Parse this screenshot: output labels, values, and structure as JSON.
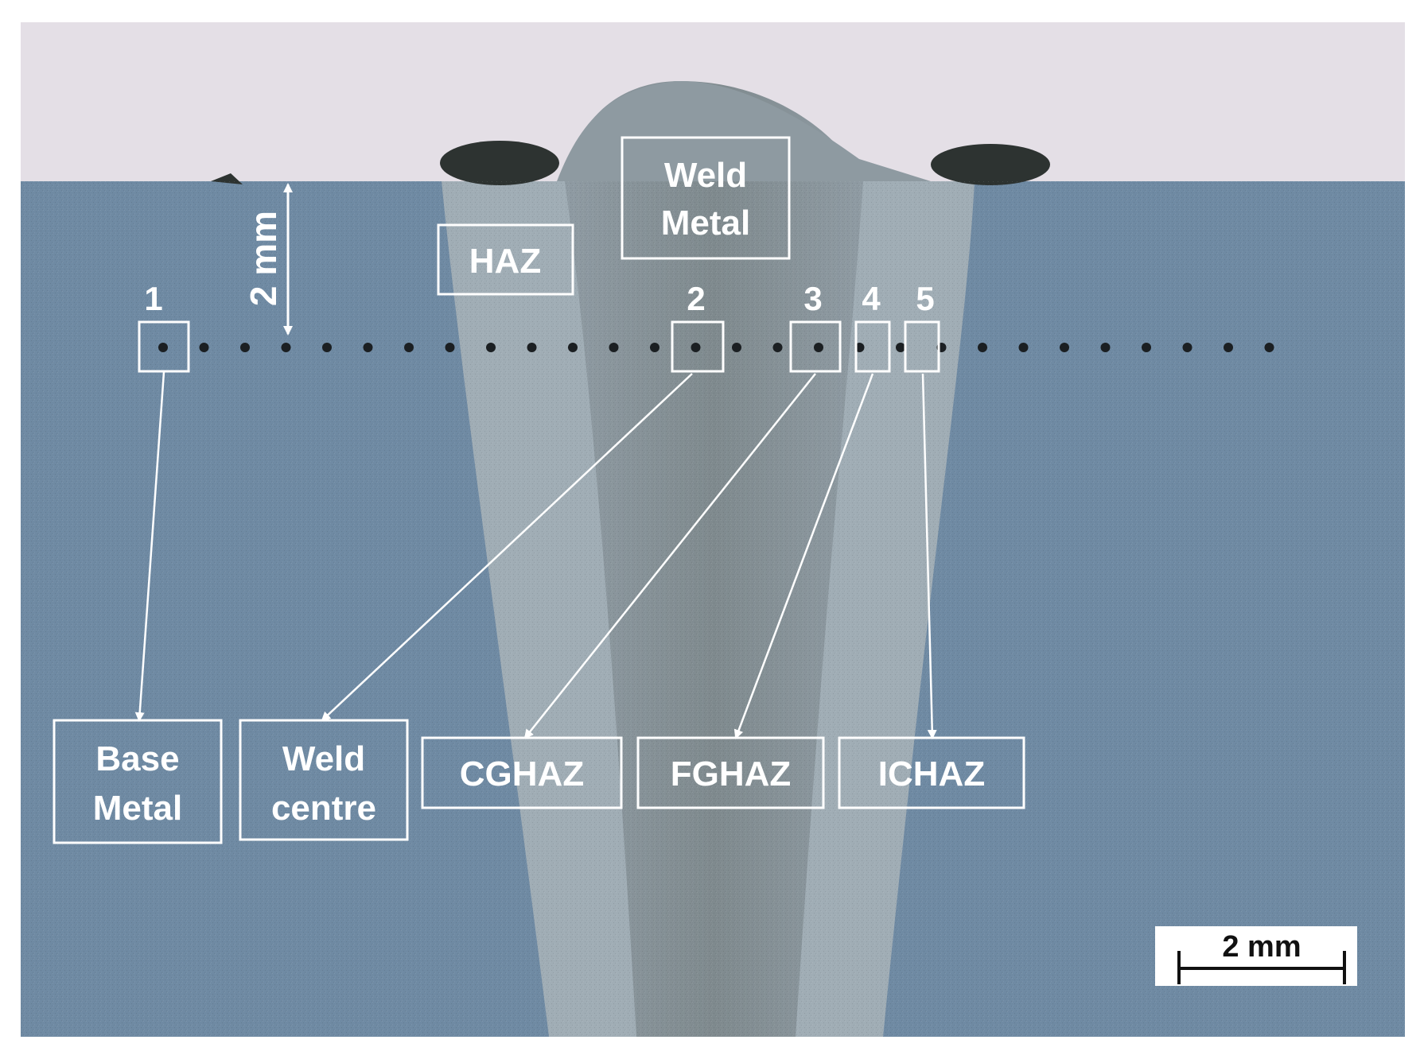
{
  "colors": {
    "sky": "#e4dfe6",
    "base_metal": "#6f8aa3",
    "weld_zone": "#8f9aa0",
    "haz_zone": "#a9b3b9",
    "annotation": "#ffffff",
    "scalebar_bg": "#ffffff",
    "scalebar_ink": "#111111"
  },
  "labels": {
    "weld_metal_line1": "Weld",
    "weld_metal_line2": "Metal",
    "haz": "HAZ",
    "depth": "2 mm",
    "scale_bar": "2 mm"
  },
  "points": [
    {
      "number": "1",
      "zone_line1": "Base",
      "zone_line2": "Metal"
    },
    {
      "number": "2",
      "zone_line1": "Weld",
      "zone_line2": "centre"
    },
    {
      "number": "3",
      "zone_line1": "CGHAZ",
      "zone_line2": ""
    },
    {
      "number": "4",
      "zone_line1": "FGHAZ",
      "zone_line2": ""
    },
    {
      "number": "5",
      "zone_line1": "ICHAZ",
      "zone_line2": ""
    }
  ]
}
